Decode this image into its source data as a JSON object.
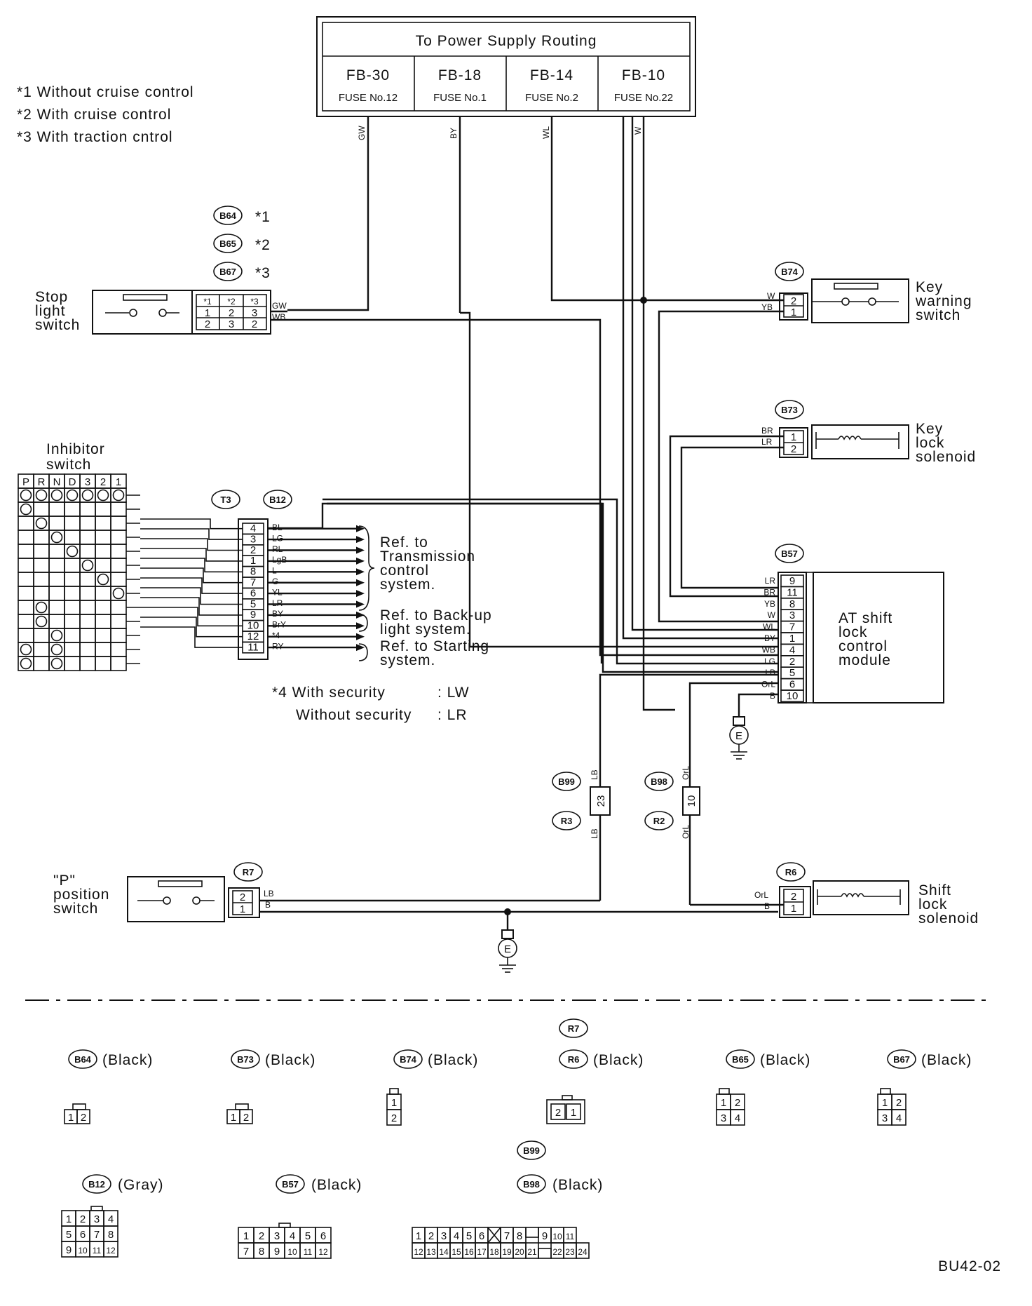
{
  "power": {
    "title": "To Power Supply Routing",
    "fuses": [
      {
        "fb": "FB-30",
        "fuse": "FUSE No.12",
        "wire": "GW"
      },
      {
        "fb": "FB-18",
        "fuse": "FUSE No.1",
        "wire": "BY"
      },
      {
        "fb": "FB-14",
        "fuse": "FUSE No.2",
        "wire": "WL"
      },
      {
        "fb": "FB-10",
        "fuse": "FUSE No.22",
        "wire": "W"
      }
    ]
  },
  "notes": [
    "*1 Without cruise control",
    "*2 With cruise control",
    "*3 With traction cntrol"
  ],
  "stop_light": {
    "label": [
      "Stop",
      "light",
      "switch"
    ],
    "connectors": [
      {
        "id": "B64",
        "note": "*1"
      },
      {
        "id": "B65",
        "note": "*2"
      },
      {
        "id": "B67",
        "note": "*3"
      }
    ],
    "header": [
      "*1",
      "*2",
      "*3"
    ],
    "row1": [
      "1",
      "2",
      "3"
    ],
    "row2": [
      "2",
      "3",
      "2"
    ],
    "wires": [
      "GW",
      "WB"
    ]
  },
  "key_warning": {
    "connector": "B74",
    "label": [
      "Key",
      "warning",
      "switch"
    ],
    "pins": [
      "2",
      "1"
    ],
    "wires": [
      "W",
      "YB"
    ]
  },
  "key_lock": {
    "connector": "B73",
    "label": [
      "Key",
      "lock",
      "solenoid"
    ],
    "pins": [
      "1",
      "2"
    ],
    "wires": [
      "BR",
      "LR"
    ]
  },
  "inhibitor": {
    "label": [
      "Inhibitor",
      "switch"
    ],
    "positions": [
      "P",
      "R",
      "N",
      "D",
      "3",
      "2",
      "1"
    ],
    "connectors": [
      "T3",
      "B12"
    ],
    "pins": [
      "4",
      "3",
      "2",
      "1",
      "8",
      "7",
      "6",
      "5",
      "9",
      "10",
      "12",
      "11"
    ],
    "wires": [
      "BL",
      "LG",
      "RL",
      "LgB",
      "L",
      "G",
      "YL",
      "LR",
      "BY",
      "BrY",
      "*4",
      "RY"
    ],
    "refs": [
      [
        "Ref. to",
        "Transmission",
        "control",
        "system."
      ],
      [
        "Ref. to Back-up",
        "light system."
      ],
      [
        "Ref. to Starting",
        "system."
      ]
    ],
    "security_note": [
      "*4 With security",
      ": LW",
      "Without security",
      ": LR"
    ]
  },
  "at_module": {
    "connector": "B57",
    "label": [
      "AT shift",
      "lock",
      "control",
      "module"
    ],
    "pins": [
      "9",
      "11",
      "8",
      "3",
      "7",
      "1",
      "4",
      "2",
      "5",
      "6",
      "10"
    ],
    "wires": [
      "LR",
      "BR",
      "YB",
      "W",
      "WL",
      "BY",
      "WB",
      "LG",
      "LB",
      "OrL",
      "B"
    ],
    "ground": "E"
  },
  "intermediate": {
    "b99": {
      "connector": "B99",
      "pair": "R3",
      "pin": "23",
      "wire": "LB"
    },
    "b98": {
      "connector": "B98",
      "pair": "R2",
      "pin": "10",
      "wire": "OrL"
    }
  },
  "p_switch": {
    "connector": "R7",
    "label": [
      "\"P\"",
      "position",
      "switch"
    ],
    "pins": [
      "2",
      "1"
    ],
    "wires": [
      "LB",
      "B"
    ],
    "ground": "E"
  },
  "shift_lock": {
    "connector": "R6",
    "label": [
      "Shift",
      "lock",
      "solenoid"
    ],
    "pins": [
      "2",
      "1"
    ],
    "wires": [
      "OrL",
      "B"
    ]
  },
  "legend": {
    "row1": [
      {
        "id": "B64",
        "color": "(Black)",
        "pins": [
          "1",
          "2"
        ]
      },
      {
        "id": "B73",
        "color": "(Black)",
        "pins": [
          "1",
          "2"
        ]
      },
      {
        "id": "B74",
        "color": "(Black)",
        "pins": [
          "1",
          "2"
        ]
      },
      {
        "id": "R6",
        "id2": "R7",
        "color": "(Black)",
        "pins": [
          "2",
          "1"
        ]
      },
      {
        "id": "B65",
        "color": "(Black)",
        "pins": [
          "1",
          "2",
          "3",
          "4"
        ]
      },
      {
        "id": "B67",
        "color": "(Black)",
        "pins": [
          "1",
          "2",
          "3",
          "4"
        ]
      }
    ],
    "row2": [
      {
        "id": "B12",
        "color": "(Gray)",
        "pins": [
          "1",
          "2",
          "3",
          "4",
          "5",
          "6",
          "7",
          "8",
          "9",
          "10",
          "11",
          "12"
        ]
      },
      {
        "id": "B57",
        "color": "(Black)",
        "pins": [
          "1",
          "2",
          "3",
          "4",
          "5",
          "6",
          "7",
          "8",
          "9",
          "10",
          "11",
          "12"
        ]
      },
      {
        "id": "B98",
        "id2": "B99",
        "color": "(Black)",
        "top": [
          "1",
          "2",
          "3",
          "4",
          "5",
          "6",
          "7",
          "8",
          "9",
          "10",
          "11"
        ],
        "bottom": [
          "12",
          "13",
          "14",
          "15",
          "16",
          "17",
          "18",
          "19",
          "20",
          "21",
          "22",
          "23",
          "24"
        ]
      }
    ]
  },
  "figure_id": "BU42-02"
}
